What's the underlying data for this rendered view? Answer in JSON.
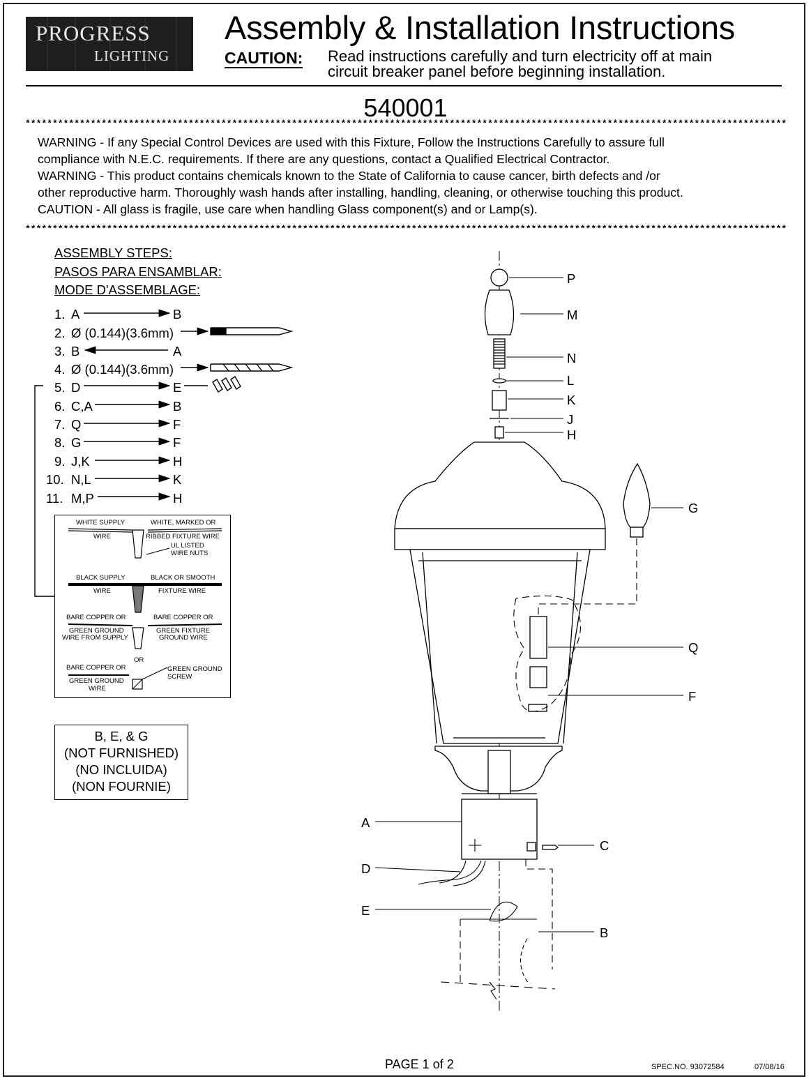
{
  "header": {
    "logo": {
      "line1": "PROGRESS",
      "line2": "LIGHTING"
    },
    "title": "Assembly & Installation Instructions",
    "caution_label": "CAUTION:",
    "caution_line1": "Read instructions carefully and turn electricity off at main",
    "caution_line2": "circuit breaker panel before beginning installation."
  },
  "model_number": "540001",
  "separator": "*************************************************************************************************************************************************************",
  "warnings": [
    "WARNING - If any Special Control Devices are used with this Fixture, Follow the Instructions Carefully to assure full",
    "compliance with N.E.C. requirements. If there are any questions, contact a Qualified Electrical Contractor.",
    "WARNING -  This product contains chemicals known to the State of California to cause cancer, birth defects and /or",
    "other reproductive harm.  Thoroughly wash hands after installing, handling, cleaning, or otherwise touching this product.",
    "CAUTION - All glass is fragile, use care when handling Glass component(s) and or Lamp(s)."
  ],
  "assembly": {
    "headings": [
      "ASSEMBLY STEPS:",
      "PASOS PARA ENSAMBLAR:",
      "MODE D'ASSEMBLAGE:"
    ],
    "steps": [
      {
        "num": "1.",
        "from": "A",
        "to": "B"
      },
      {
        "num": "2.",
        "from": "Ø (0.144)(3.6mm)",
        "to": ""
      },
      {
        "num": "3.",
        "from": "B",
        "to": "A"
      },
      {
        "num": "4.",
        "from": "Ø (0.144)(3.6mm)",
        "to": ""
      },
      {
        "num": "5.",
        "from": "D",
        "to": "E"
      },
      {
        "num": "6.",
        "from": "C,A",
        "to": "B"
      },
      {
        "num": "7.",
        "from": "Q",
        "to": "F"
      },
      {
        "num": "8.",
        "from": "G",
        "to": "F"
      },
      {
        "num": "9.",
        "from": "J,K",
        "to": "H"
      },
      {
        "num": "10.",
        "from": "N,L",
        "to": "K"
      },
      {
        "num": "11.",
        "from": "M,P",
        "to": "H"
      }
    ]
  },
  "wiring": {
    "white_supply": "WHITE SUPPLY",
    "white_supply2": "WIRE",
    "white_fixture": "WHITE, MARKED OR",
    "white_fixture2": "RIBBED FIXTURE WIRE",
    "nuts1": "UL LISTED",
    "nuts2": "WIRE NUTS",
    "black_supply": "BLACK SUPPLY",
    "black_supply2": "WIRE",
    "black_fixture": "BLACK OR SMOOTH",
    "black_fixture2": "FIXTURE WIRE",
    "ground_supply1": "BARE COPPER OR",
    "ground_supply2": "GREEN GROUND",
    "ground_supply3": "WIRE FROM SUPPLY",
    "ground_fixture1": "BARE COPPER OR",
    "ground_fixture2": "GREEN FIXTURE",
    "ground_fixture3": "GROUND WIRE",
    "or": "OR",
    "screw_wire1": "BARE COPPER OR",
    "screw_wire2": "GREEN GROUND",
    "screw_wire3": "WIRE",
    "screw1": "GREEN GROUND",
    "screw2": "SCREW"
  },
  "not_furnished": [
    "B, E, & G",
    "(NOT FURNISHED)",
    "(NO INCLUIDA)",
    "(NON FOURNIE)"
  ],
  "callouts": {
    "P": "P",
    "M": "M",
    "N": "N",
    "L": "L",
    "K": "K",
    "J": "J",
    "H": "H",
    "G": "G",
    "Q": "Q",
    "F": "F",
    "A": "A",
    "C": "C",
    "D": "D",
    "E": "E",
    "B": "B"
  },
  "footer": {
    "page": "PAGE 1 of 2",
    "spec": "SPEC.NO.  93072584",
    "date": "07/08/16"
  }
}
